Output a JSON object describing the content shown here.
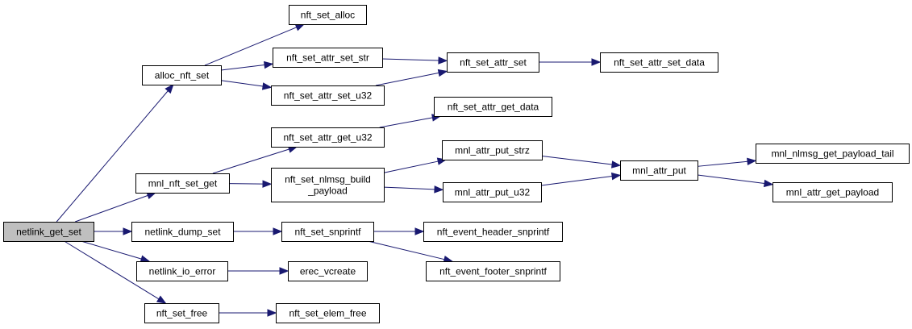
{
  "graph": {
    "root": "netlink_get_set",
    "nodes": [
      {
        "id": "netlink_get_set",
        "lines": [
          "netlink_get_set"
        ],
        "root": true
      },
      {
        "id": "alloc_nft_set",
        "lines": [
          "alloc_nft_set"
        ]
      },
      {
        "id": "mnl_nft_set_get",
        "lines": [
          "mnl_nft_set_get"
        ]
      },
      {
        "id": "netlink_dump_set",
        "lines": [
          "netlink_dump_set"
        ]
      },
      {
        "id": "netlink_io_error",
        "lines": [
          "netlink_io_error"
        ]
      },
      {
        "id": "nft_set_free",
        "lines": [
          "nft_set_free"
        ]
      },
      {
        "id": "nft_set_alloc",
        "lines": [
          "nft_set_alloc"
        ]
      },
      {
        "id": "nft_set_attr_set_str",
        "lines": [
          "nft_set_attr_set_str"
        ]
      },
      {
        "id": "nft_set_attr_set_u32",
        "lines": [
          "nft_set_attr_set_u32"
        ]
      },
      {
        "id": "nft_set_attr_get_u32",
        "lines": [
          "nft_set_attr_get_u32"
        ]
      },
      {
        "id": "nft_set_nlmsg_build_payload",
        "lines": [
          "nft_set_nlmsg_build",
          "_payload"
        ]
      },
      {
        "id": "nft_set_snprintf",
        "lines": [
          "nft_set_snprintf"
        ]
      },
      {
        "id": "erec_vcreate",
        "lines": [
          "erec_vcreate"
        ]
      },
      {
        "id": "nft_set_elem_free",
        "lines": [
          "nft_set_elem_free"
        ]
      },
      {
        "id": "nft_set_attr_set",
        "lines": [
          "nft_set_attr_set"
        ]
      },
      {
        "id": "nft_set_attr_get_data",
        "lines": [
          "nft_set_attr_get_data"
        ]
      },
      {
        "id": "mnl_attr_put_strz",
        "lines": [
          "mnl_attr_put_strz"
        ]
      },
      {
        "id": "mnl_attr_put_u32",
        "lines": [
          "mnl_attr_put_u32"
        ]
      },
      {
        "id": "nft_event_header_snprintf",
        "lines": [
          "nft_event_header_snprintf"
        ]
      },
      {
        "id": "nft_event_footer_snprintf",
        "lines": [
          "nft_event_footer_snprintf"
        ]
      },
      {
        "id": "nft_set_attr_set_data",
        "lines": [
          "nft_set_attr_set_data"
        ]
      },
      {
        "id": "mnl_attr_put",
        "lines": [
          "mnl_attr_put"
        ]
      },
      {
        "id": "mnl_nlmsg_get_payload_tail",
        "lines": [
          "mnl_nlmsg_get_payload_tail"
        ]
      },
      {
        "id": "mnl_attr_get_payload",
        "lines": [
          "mnl_attr_get_payload"
        ]
      }
    ],
    "edges": [
      {
        "from": "netlink_get_set",
        "to": "alloc_nft_set"
      },
      {
        "from": "netlink_get_set",
        "to": "mnl_nft_set_get"
      },
      {
        "from": "netlink_get_set",
        "to": "netlink_dump_set"
      },
      {
        "from": "netlink_get_set",
        "to": "netlink_io_error"
      },
      {
        "from": "netlink_get_set",
        "to": "nft_set_free"
      },
      {
        "from": "alloc_nft_set",
        "to": "nft_set_alloc"
      },
      {
        "from": "alloc_nft_set",
        "to": "nft_set_attr_set_str"
      },
      {
        "from": "alloc_nft_set",
        "to": "nft_set_attr_set_u32"
      },
      {
        "from": "nft_set_attr_set_str",
        "to": "nft_set_attr_set"
      },
      {
        "from": "nft_set_attr_set_u32",
        "to": "nft_set_attr_set"
      },
      {
        "from": "nft_set_attr_set",
        "to": "nft_set_attr_set_data"
      },
      {
        "from": "mnl_nft_set_get",
        "to": "nft_set_attr_get_u32"
      },
      {
        "from": "mnl_nft_set_get",
        "to": "nft_set_nlmsg_build_payload"
      },
      {
        "from": "nft_set_attr_get_u32",
        "to": "nft_set_attr_get_data"
      },
      {
        "from": "nft_set_nlmsg_build_payload",
        "to": "mnl_attr_put_strz"
      },
      {
        "from": "nft_set_nlmsg_build_payload",
        "to": "mnl_attr_put_u32"
      },
      {
        "from": "mnl_attr_put_strz",
        "to": "mnl_attr_put"
      },
      {
        "from": "mnl_attr_put_u32",
        "to": "mnl_attr_put"
      },
      {
        "from": "mnl_attr_put",
        "to": "mnl_nlmsg_get_payload_tail"
      },
      {
        "from": "mnl_attr_put",
        "to": "mnl_attr_get_payload"
      },
      {
        "from": "netlink_dump_set",
        "to": "nft_set_snprintf"
      },
      {
        "from": "nft_set_snprintf",
        "to": "nft_event_header_snprintf"
      },
      {
        "from": "nft_set_snprintf",
        "to": "nft_event_footer_snprintf"
      },
      {
        "from": "netlink_io_error",
        "to": "erec_vcreate"
      },
      {
        "from": "nft_set_free",
        "to": "nft_set_elem_free"
      }
    ]
  }
}
